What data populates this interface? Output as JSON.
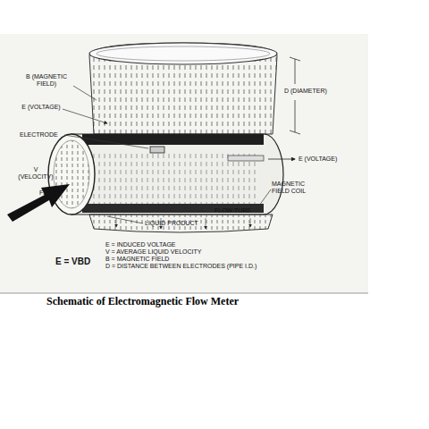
{
  "diagram": {
    "caption": "Schematic of Electromagnetic Flow Meter",
    "labels": [
      "B (MAGNETIC FIELD)",
      "E (VOLTAGE)",
      "ELECTRODE",
      "V (VELOCITY)",
      "FLOW",
      "D (DIAMETER)",
      "E (VOLTAGE)",
      "MAGNETIC FIELD COIL",
      "FLOW TUBE",
      "LIQUID PRODUCT",
      "E = VBD",
      "E = INDUCED VOLTAGE",
      "V = AVERAGE LIQUID VELOCITY",
      "B = MAGNETIC FIELD",
      "D = DISTANCE BETWEEN ELECTRODES (PIPE I.D.)"
    ]
  }
}
